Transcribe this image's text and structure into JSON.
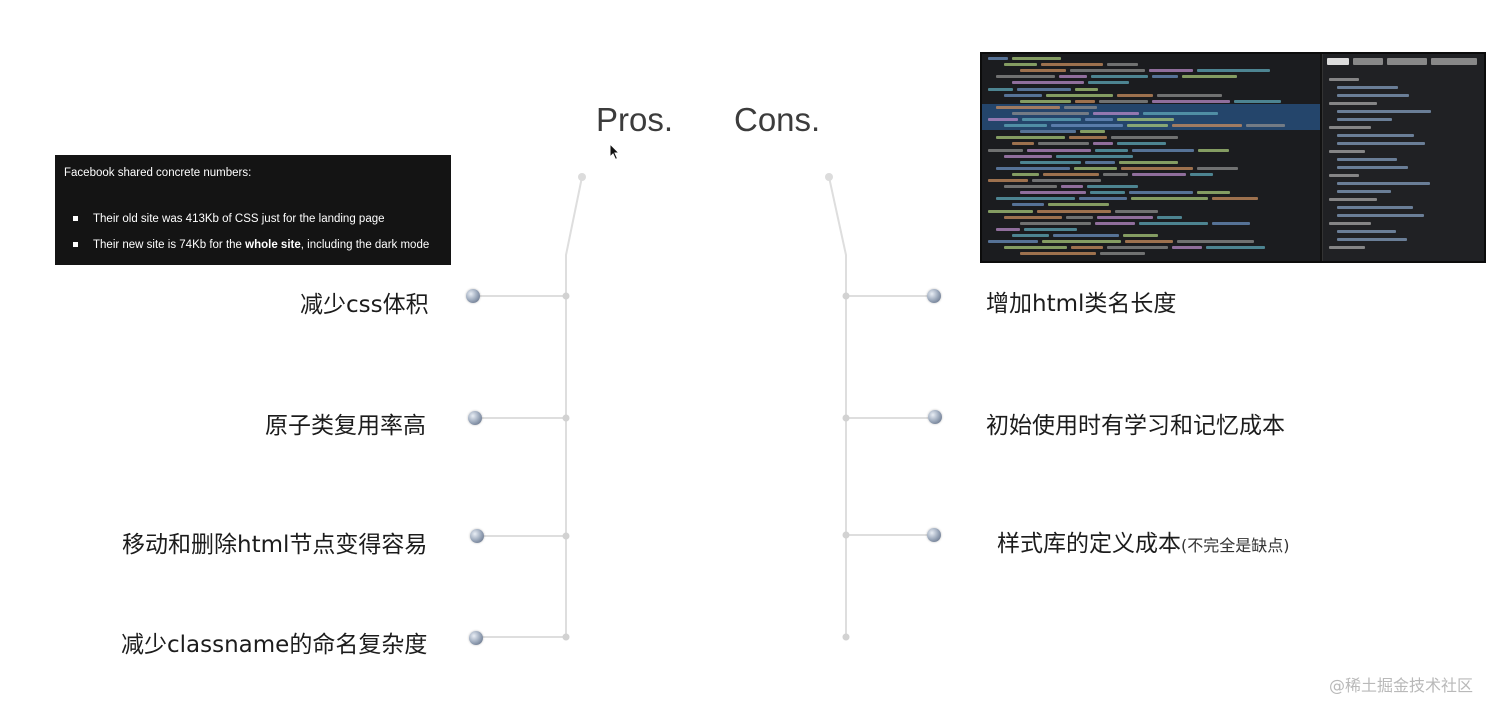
{
  "headings": {
    "pros": "Pros.",
    "cons": "Cons."
  },
  "pros": [
    {
      "text": "减少css体积"
    },
    {
      "text": "原子类复用率高"
    },
    {
      "text": "移动和删除html节点变得容易"
    },
    {
      "text": "减少classname的命名复杂度"
    }
  ],
  "cons": [
    {
      "text": "增加html类名长度",
      "note": ""
    },
    {
      "text": "初始使用时有学习和记忆成本",
      "note": ""
    },
    {
      "text": "样式库的定义成本",
      "note": "(不完全是缺点)"
    }
  ],
  "facebook_panel": {
    "title": "Facebook shared concrete numbers:",
    "bullet1": "Their old site was 413Kb of CSS just for the landing page",
    "bullet2_pre": "Their new site is 74Kb for the ",
    "bullet2_bold": "whole site",
    "bullet2_post": ", including the dark mode"
  },
  "watermark": "@稀土掘金技术社区",
  "colors": {
    "tree_line": "#dedede",
    "accent_blue": "#5f86b3",
    "panel_bg": "#141414"
  }
}
